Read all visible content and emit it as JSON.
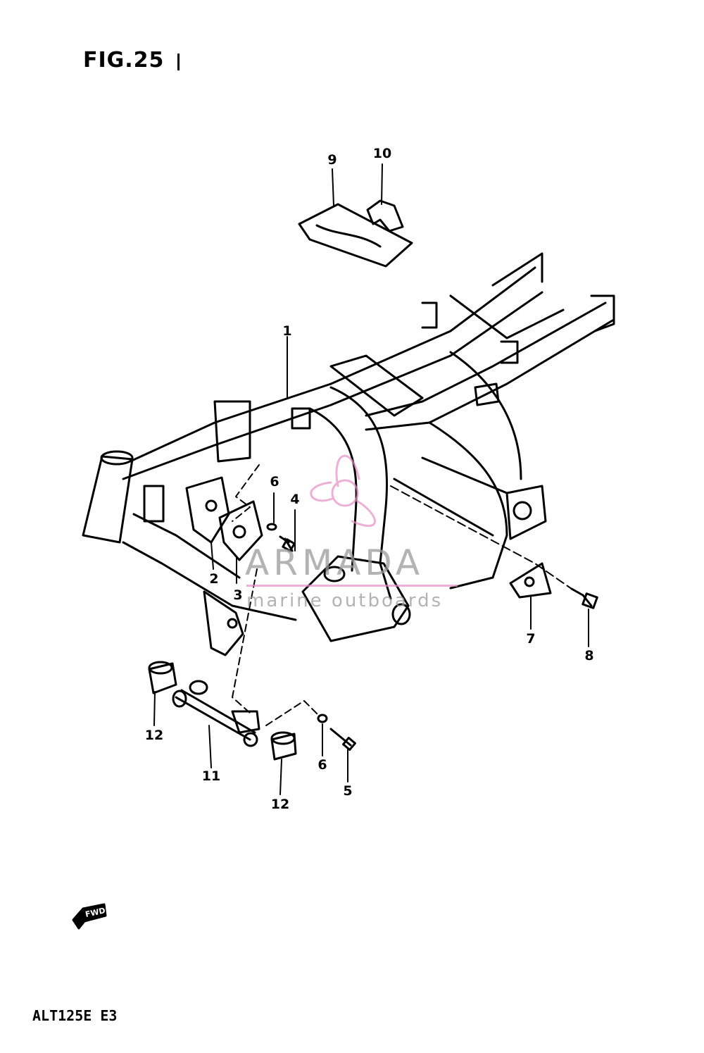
{
  "figure": {
    "title": "FIG.25",
    "model_code": "ALT125E  E3"
  },
  "watermark": {
    "brand": "ARMADA",
    "tagline": "marine outboards",
    "accent_color": "#e58fc6"
  },
  "direction_arrow": {
    "label": "FWD"
  },
  "callouts": [
    {
      "id": "c1",
      "label": "1"
    },
    {
      "id": "c2",
      "label": "2"
    },
    {
      "id": "c3",
      "label": "3"
    },
    {
      "id": "c4",
      "label": "4"
    },
    {
      "id": "c5",
      "label": "5"
    },
    {
      "id": "c6a",
      "label": "6"
    },
    {
      "id": "c6b",
      "label": "6"
    },
    {
      "id": "c7",
      "label": "7"
    },
    {
      "id": "c8",
      "label": "8"
    },
    {
      "id": "c9",
      "label": "9"
    },
    {
      "id": "c10",
      "label": "10"
    },
    {
      "id": "c11",
      "label": "11"
    },
    {
      "id": "c12a",
      "label": "12"
    },
    {
      "id": "c12b",
      "label": "12"
    }
  ]
}
